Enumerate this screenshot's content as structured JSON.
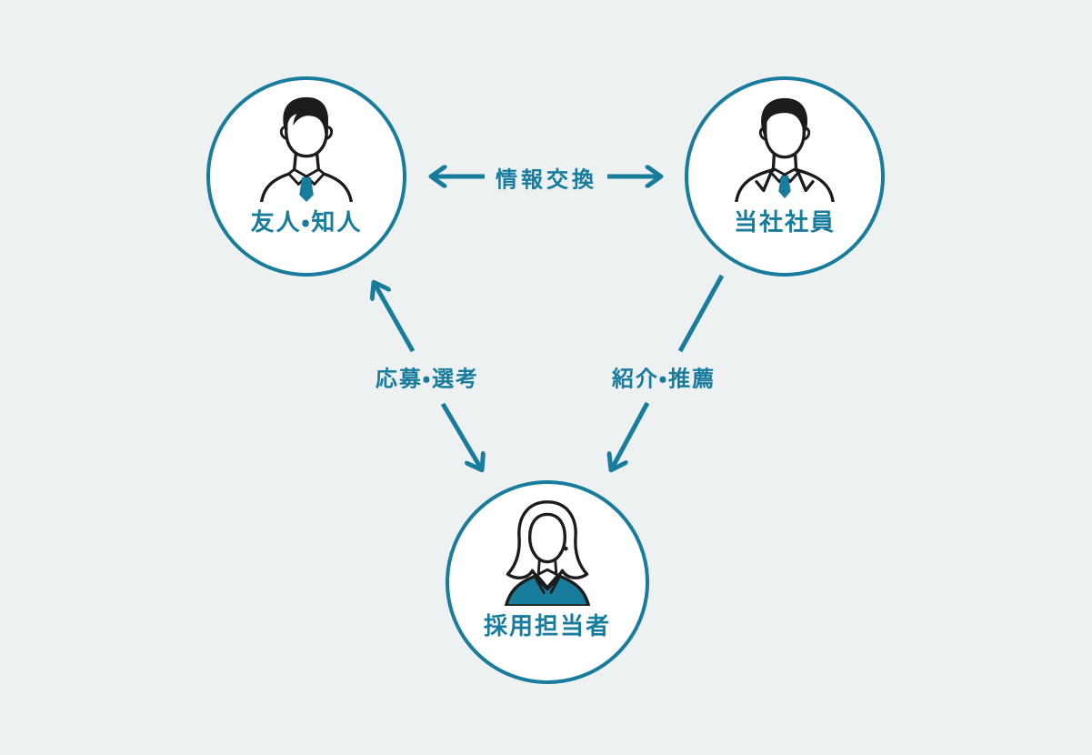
{
  "colors": {
    "background": "#edf1f2",
    "accent": "#187c9c",
    "icon_line": "#1c1c1c",
    "node_fill": "#ffffff"
  },
  "nodes": [
    {
      "id": "friend",
      "label": "友人・知人",
      "icon": "man-shirt-tie-icon"
    },
    {
      "id": "employee",
      "label": "当社社員",
      "icon": "man-suit-tie-icon"
    },
    {
      "id": "recruiter",
      "label": "採用担当者",
      "icon": "woman-jacket-icon"
    }
  ],
  "edges": [
    {
      "id": "info-exchange",
      "label": "情報交換",
      "between": [
        "友人・知人",
        "当社社員"
      ],
      "direction": "both"
    },
    {
      "id": "apply-screening",
      "label": "応募・選考",
      "between": [
        "友人・知人",
        "採用担当者"
      ],
      "direction": "both"
    },
    {
      "id": "refer-recommend",
      "label": "紹介・推薦",
      "between": [
        "当社社員",
        "採用担当者"
      ],
      "direction": "one-way-down"
    }
  ]
}
